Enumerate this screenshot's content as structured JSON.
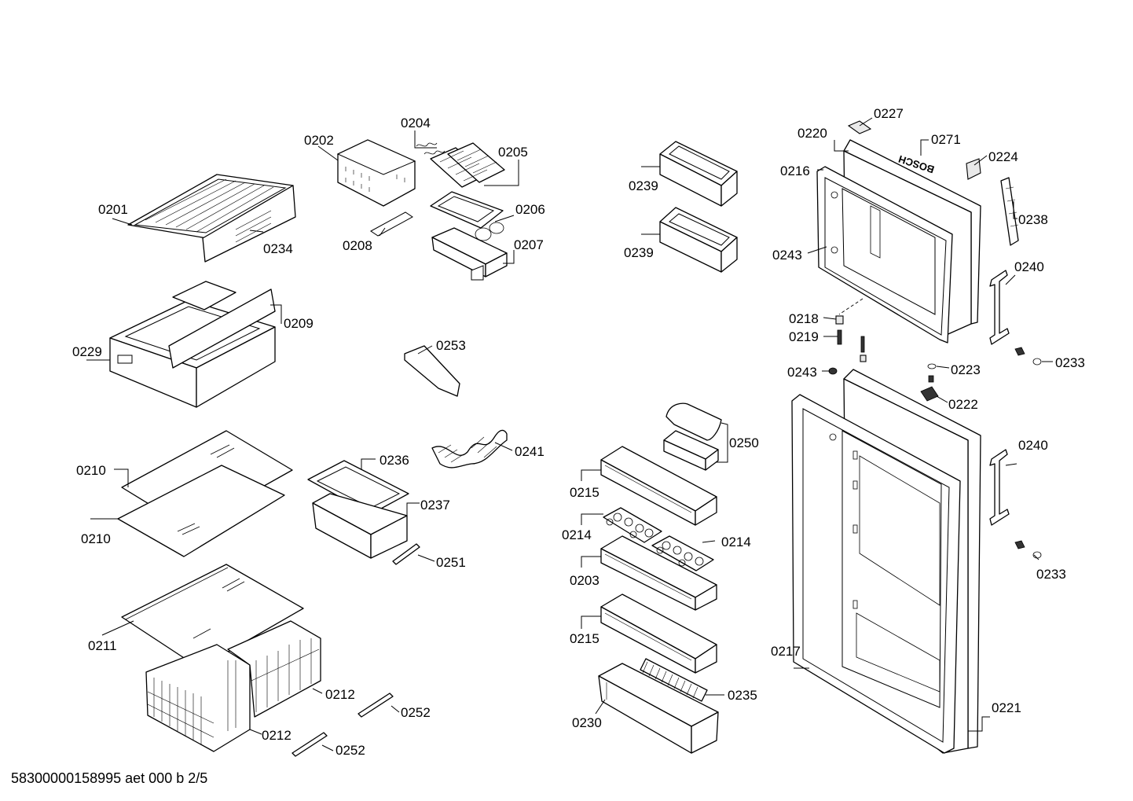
{
  "footer": {
    "document_code": "58300000158995 aet 000 b 2/5"
  },
  "brand_mark": "BOSCH",
  "callouts": {
    "c0201": "0201",
    "c0234": "0234",
    "c0202": "0202",
    "c0208": "0208",
    "c0204": "0204",
    "c0205": "0205",
    "c0206": "0206",
    "c0207": "0207",
    "c0209": "0209",
    "c0229": "0229",
    "c0253": "0253",
    "c0241": "0241",
    "c0210a": "0210",
    "c0210b": "0210",
    "c0236": "0236",
    "c0237": "0237",
    "c0251": "0251",
    "c0211": "0211",
    "c0212a": "0212",
    "c0212b": "0212",
    "c0252a": "0252",
    "c0252b": "0252",
    "c0239a": "0239",
    "c0239b": "0239",
    "c0250": "0250",
    "c0215a": "0215",
    "c0214a": "0214",
    "c0214b": "0214",
    "c0203": "0203",
    "c0215b": "0215",
    "c0235": "0235",
    "c0230": "0230",
    "c0227": "0227",
    "c0220": "0220",
    "c0271": "0271",
    "c0224": "0224",
    "c0216": "0216",
    "c0238": "0238",
    "c0243a": "0243",
    "c0240a": "0240",
    "c0218": "0218",
    "c0219": "0219",
    "c0233a": "0233",
    "c0243b": "0243",
    "c0223": "0223",
    "c0222": "0222",
    "c0240b": "0240",
    "c0233b": "0233",
    "c0217": "0217",
    "c0221": "0221"
  }
}
